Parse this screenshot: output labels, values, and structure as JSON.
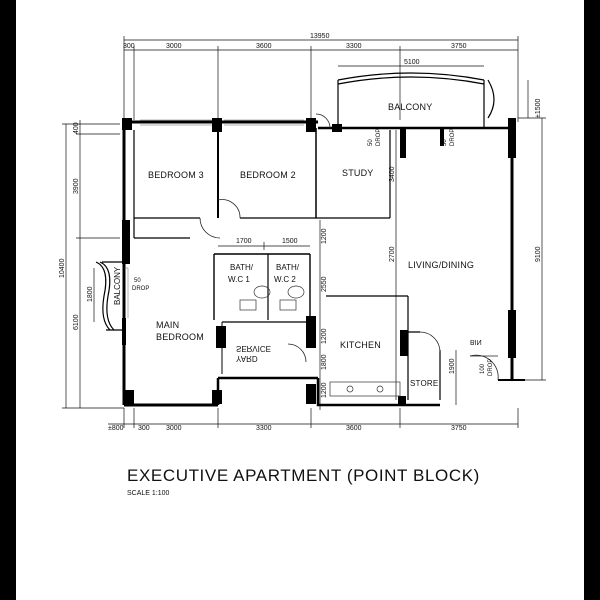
{
  "title": "EXECUTIVE APARTMENT (POINT BLOCK)",
  "scale": "SCALE 1:100",
  "rooms": {
    "balcony_top": "BALCONY",
    "bedroom3": "BEDROOM 3",
    "bedroom2": "BEDROOM 2",
    "study": "STUDY",
    "living": "LIVING/DINING",
    "bath1a": "BATH/",
    "bath1b": "W.C 1",
    "bath2a": "BATH/",
    "bath2b": "W.C 2",
    "balcony_left": "BALCONY",
    "main_a": "MAIN",
    "main_b": "BEDROOM",
    "kitchen": "KITCHEN",
    "store": "STORE",
    "service": "SERVICE",
    "yard": "YARD",
    "bin": "BIN"
  },
  "dims": {
    "overall_top": "13950",
    "top": [
      "300",
      "3000",
      "3600",
      "3300",
      "3750"
    ],
    "balcony_width": "5100",
    "balcony_depth": "±1500",
    "drop_a": "50",
    "drop_a2": "DROP",
    "drop_b": "50",
    "drop_b2": "DROP",
    "drop_c": "50",
    "drop_c2": "DROP",
    "drop_d": "100",
    "drop_d2": "DROP",
    "bottom": [
      "±800",
      "300",
      "3000",
      "3300",
      "3600",
      "3750"
    ],
    "left_overall": "10400",
    "left": [
      "400",
      "3900",
      "6100"
    ],
    "balcony_left": "1800",
    "right": "9100",
    "study_h": "3400",
    "bath_w1": "1700",
    "bath_w2": "1500",
    "c1200a": "1200",
    "c2700": "2700",
    "c2550": "2550",
    "c1200b": "1200",
    "c1800": "1800",
    "c1200c": "1200",
    "store_h": "1900"
  }
}
